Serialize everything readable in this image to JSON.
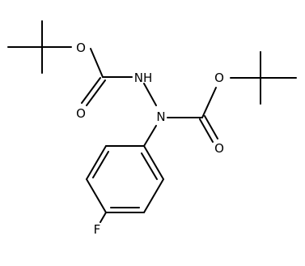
{
  "structure": {
    "atom_labels": {
      "o_ester_left": "O",
      "o_carbonyl_left": "O",
      "nh": "NH",
      "n": "N",
      "o_ester_right": "O",
      "o_carbonyl_right": "O",
      "f": "F"
    },
    "colors": {
      "bond": "#000000",
      "label": "#000000",
      "background": "#ffffff"
    }
  }
}
